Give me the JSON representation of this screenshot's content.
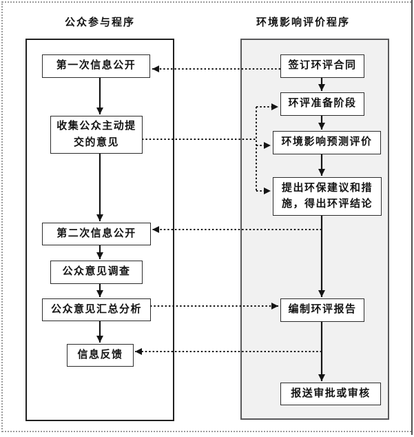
{
  "left_column": {
    "title": "公众参与程序",
    "boxes": [
      {
        "id": "first-information-disclosure",
        "label": "第一次信息公开"
      },
      {
        "id": "collect-public-opinions",
        "label": "收集公众主动提\n交的意见"
      },
      {
        "id": "second-information-disclosure",
        "label": "第二次信息公开"
      },
      {
        "id": "public-opinion-survey",
        "label": "公众意见调查"
      },
      {
        "id": "opinion-summary-analysis",
        "label": "公众意见汇总分析"
      },
      {
        "id": "information-feedback",
        "label": "信息反馈"
      }
    ]
  },
  "right_column": {
    "title": "环境影响评价程序",
    "boxes": [
      {
        "id": "sign-eia-contract",
        "label": "签订环评合同"
      },
      {
        "id": "eia-preparation-stage",
        "label": "环评准备阶段"
      },
      {
        "id": "environmental-impact-prediction",
        "label": "环境影响预测评价"
      },
      {
        "id": "propose-measures-conclusion",
        "label": "提出环保建议和措\n施，得出环评结论"
      },
      {
        "id": "compile-eia-report",
        "label": "编制环评报告"
      },
      {
        "id": "submit-for-approval",
        "label": "报送审批或审核"
      }
    ]
  },
  "connections": [
    {
      "from": "sign-eia-contract",
      "to": "eia-preparation-stage",
      "style": "solid"
    },
    {
      "from": "eia-preparation-stage",
      "to": "environmental-impact-prediction",
      "style": "solid"
    },
    {
      "from": "environmental-impact-prediction",
      "to": "propose-measures-conclusion",
      "style": "solid"
    },
    {
      "from": "propose-measures-conclusion",
      "to": "compile-eia-report",
      "style": "solid"
    },
    {
      "from": "compile-eia-report",
      "to": "submit-for-approval",
      "style": "solid"
    },
    {
      "from": "first-information-disclosure",
      "to": "collect-public-opinions",
      "style": "solid"
    },
    {
      "from": "second-information-disclosure",
      "to": "public-opinion-survey",
      "style": "solid"
    },
    {
      "from": "public-opinion-survey",
      "to": "opinion-summary-analysis",
      "style": "solid"
    },
    {
      "from": "opinion-summary-analysis",
      "to": "information-feedback",
      "style": "solid"
    },
    {
      "from": "sign-eia-contract",
      "to": "first-information-disclosure",
      "style": "dotted"
    },
    {
      "from": "collect-public-opinions",
      "to": "eia-preparation-stage",
      "style": "dotted"
    },
    {
      "from": "collect-public-opinions",
      "to": "environmental-impact-prediction",
      "style": "dotted"
    },
    {
      "from": "collect-public-opinions",
      "to": "propose-measures-conclusion",
      "style": "dotted"
    },
    {
      "from": "propose-measures-conclusion",
      "to": "second-information-disclosure",
      "style": "dotted"
    },
    {
      "from": "opinion-summary-analysis",
      "to": "compile-eia-report",
      "style": "dotted"
    },
    {
      "from": "compile-eia-report",
      "to": "information-feedback",
      "style": "dotted"
    }
  ],
  "colors": {
    "box_border": "#2b2b2b",
    "left_lane_border": "#1f1f1f",
    "right_lane_border": "#58585a",
    "right_lane_fill": "#f1f1f1",
    "line": "#141414",
    "boundary_dots": "#9a9a9a",
    "text": "#141414"
  }
}
